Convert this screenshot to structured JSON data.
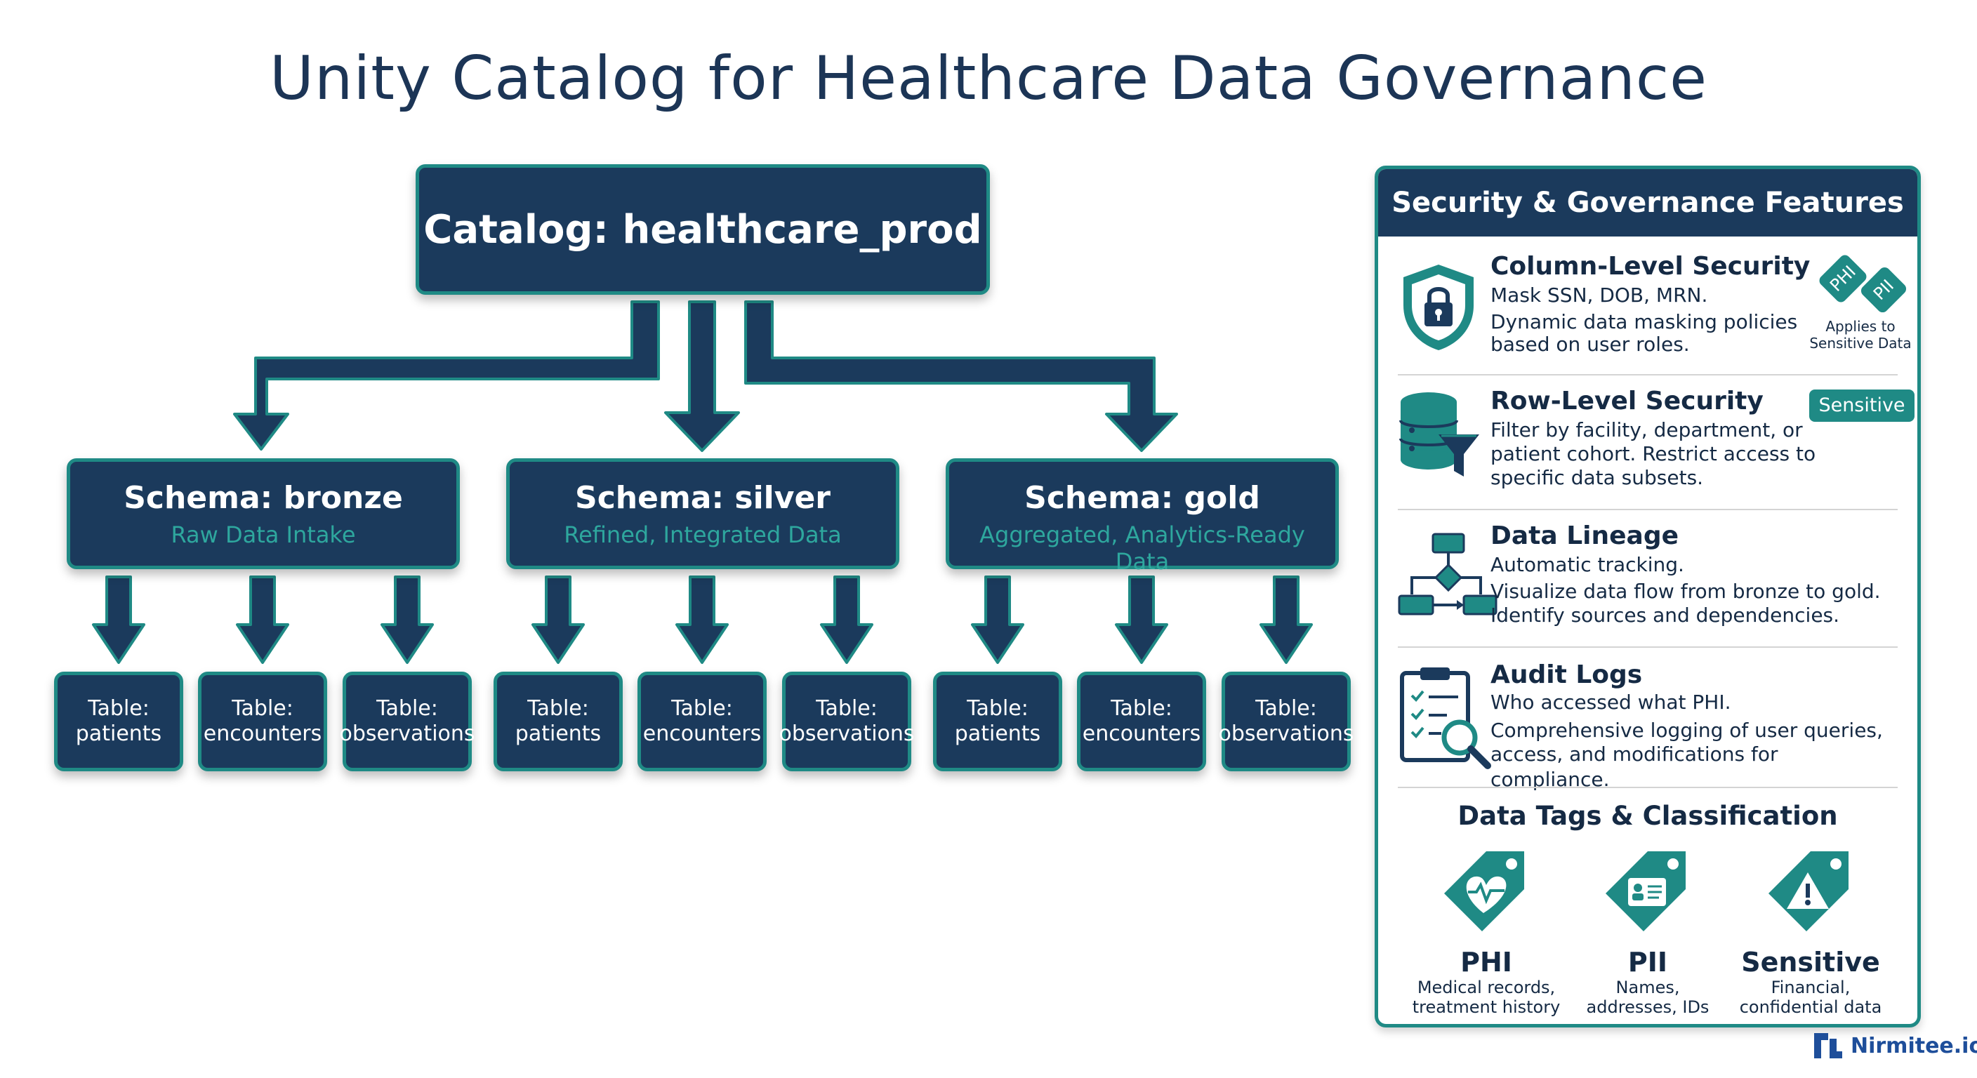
{
  "title": "Unity Catalog for Healthcare Data Governance",
  "catalog": {
    "label": "Catalog: healthcare_prod"
  },
  "schemas": [
    {
      "name": "Schema: bronze",
      "subtitle": "Raw Data Intake"
    },
    {
      "name": "Schema: silver",
      "subtitle": "Refined, Integrated Data"
    },
    {
      "name": "Schema: gold",
      "subtitle": "Aggregated, Analytics-Ready Data"
    }
  ],
  "tables": [
    {
      "line1": "Table:",
      "line2": "patients"
    },
    {
      "line1": "Table:",
      "line2": "encounters"
    },
    {
      "line1": "Table:",
      "line2": "observations"
    }
  ],
  "panel": {
    "title": "Security & Governance Features",
    "features": [
      {
        "title": "Column-Level Security",
        "line1": "Mask SSN, DOB, MRN.",
        "line2": "Dynamic data masking policies",
        "line3": "based on user roles.",
        "icon": "shield-lock-icon"
      },
      {
        "title": "Row-Level Security",
        "line1": "Filter by facility, department, or",
        "line2": "patient cohort. Restrict access to",
        "line3": "specific data subsets.",
        "icon": "database-filter-icon"
      },
      {
        "title": "Data Lineage",
        "line1": "Automatic tracking.",
        "line2": "Visualize data flow from bronze to gold.",
        "line3": "Identify sources and dependencies.",
        "icon": "flowchart-icon"
      },
      {
        "title": "Audit Logs",
        "line1": "Who accessed what PHI.",
        "line2": "Comprehensive logging of user queries,",
        "line3": "access, and modifications for compliance.",
        "icon": "clipboard-search-icon"
      }
    ],
    "column_badges": {
      "phi": "PHI",
      "pii": "PII",
      "note_line1": "Applies to",
      "note_line2": "Sensitive Data"
    },
    "row_badge": "Sensitive",
    "tags_title": "Data Tags & Classification",
    "tags": [
      {
        "name": "PHI",
        "line1": "Medical records,",
        "line2": "treatment history",
        "icon": "heart-tag-icon"
      },
      {
        "name": "PII",
        "line1": "Names,",
        "line2": "addresses, IDs",
        "icon": "id-card-tag-icon"
      },
      {
        "name": "Sensitive",
        "line1": "Financial,",
        "line2": "confidential data",
        "icon": "warning-tag-icon"
      }
    ]
  },
  "brand": {
    "name": "Nirmitee.io"
  },
  "colors": {
    "navy": "#1b3a5c",
    "teal": "#1f8a85",
    "title": "#1c3556"
  }
}
